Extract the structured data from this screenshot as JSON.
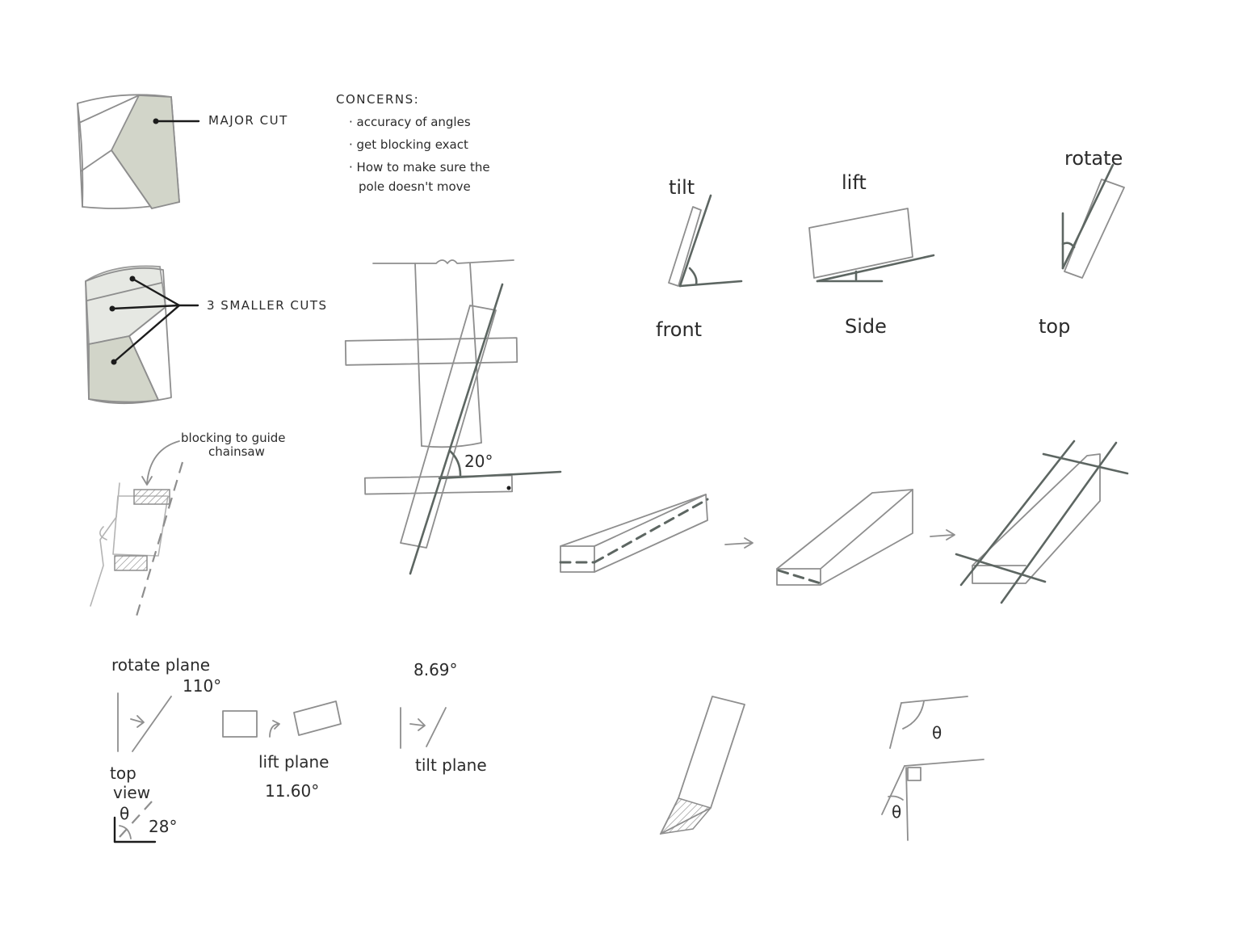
{
  "labels": {
    "major_cut": "MAJOR CUT",
    "smaller_cuts": "3 SMALLER CUTS",
    "concerns_title": "CONCERNS:",
    "concerns": [
      "· accuracy of angles",
      "· get blocking exact",
      "· How to make sure the",
      "pole doesn't move"
    ],
    "blocking_note_1": "blocking to guide",
    "blocking_note_2": "chainsaw",
    "angle_20": "20°",
    "tilt": "tilt",
    "lift": "lift",
    "rotate": "rotate",
    "front": "front",
    "side": "Side",
    "top": "top",
    "rotate_plane": "rotate plane",
    "angle_110": "110°",
    "top_view_1": "top",
    "top_view_2": "view",
    "theta_symbol": "θ",
    "angle_28": "28°",
    "lift_plane": "lift plane",
    "angle_11_60": "11.60°",
    "angle_8_69": "8.69°",
    "tilt_plane": "tilt plane"
  },
  "colors": {
    "sage_fill": "#d2d5c9",
    "light_fill": "#e6e8e3",
    "ink": "#5d6662",
    "pencil": "#8e8e8e"
  }
}
